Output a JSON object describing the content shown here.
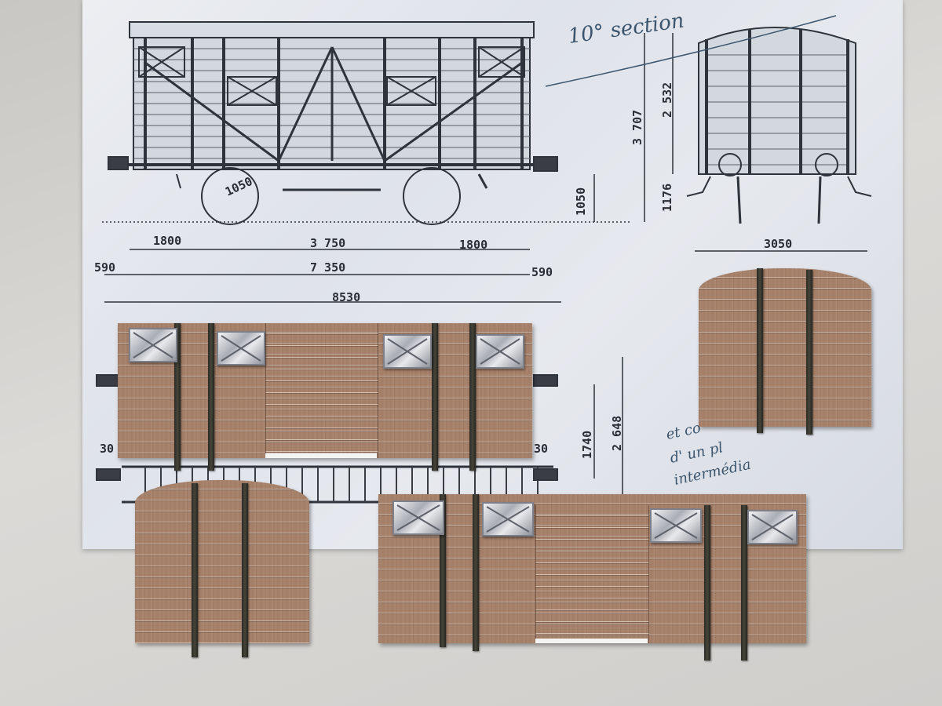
{
  "drawing": {
    "dims": {
      "wheel_diameter": "1050",
      "wheel_height": "1050",
      "spacing_left": "1800",
      "wheelbase": "3 750",
      "spacing_right": "1800",
      "overhang_left": "590",
      "body_length": "7 350",
      "overhang_right": "590",
      "total_length": "8530",
      "end_width": "3050",
      "total_height": "3 707",
      "body_height": "2 532",
      "floor_height": "1176",
      "inner_height_a": "1740",
      "inner_height_b": "2 648",
      "edge_left": "30",
      "edge_right": "30"
    },
    "handwriting": {
      "top_note": "10° section",
      "side_note_1": "et co",
      "side_note_2": "d' un pl",
      "side_note_3": "intermédia"
    }
  },
  "colors": {
    "wood": "#a8826b",
    "straps": "#2b2a24",
    "vents": "#c9ccd1",
    "print_ink": "#2a2d33",
    "pencil": "#3b556e"
  }
}
